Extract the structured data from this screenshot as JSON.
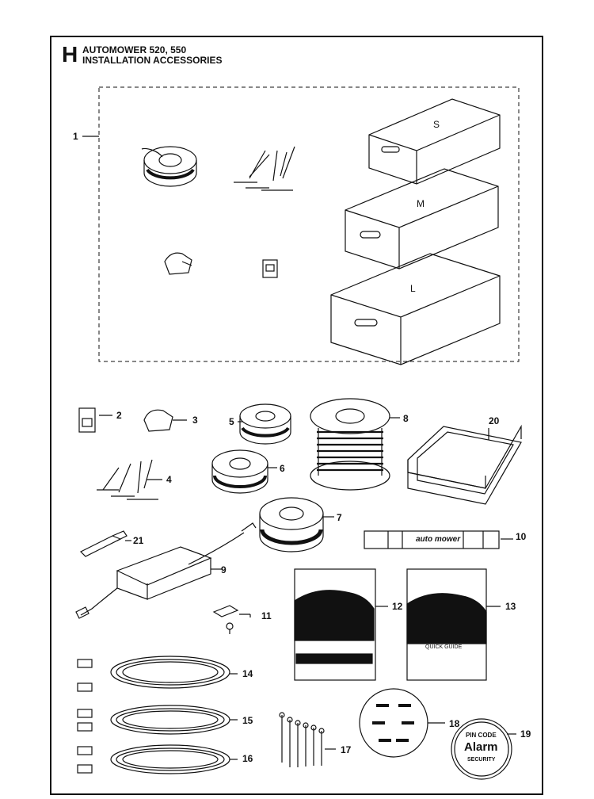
{
  "header": {
    "section_letter": "H",
    "line1": "AUTOMOWER 520, 550",
    "line2": "INSTALLATION ACCESSORIES"
  },
  "kit_boxes": [
    "S",
    "M",
    "L"
  ],
  "labels": {
    "n1": "1",
    "n2": "2",
    "n3": "3",
    "n4": "4",
    "n5": "5",
    "n6": "6",
    "n7": "7",
    "n8": "8",
    "n9": "9",
    "n10": "10",
    "n11": "11",
    "n12": "12",
    "n13": "13",
    "n14": "14",
    "n15": "15",
    "n16": "16",
    "n17": "17",
    "n18": "18",
    "n19": "19",
    "n20": "20",
    "n21": "21"
  },
  "sticker_text": "auto mower",
  "manual_text": "QUICK GUIDE",
  "alarm_sticker": {
    "top": "PIN CODE",
    "middle": "Alarm",
    "bottom": "SECURITY"
  }
}
